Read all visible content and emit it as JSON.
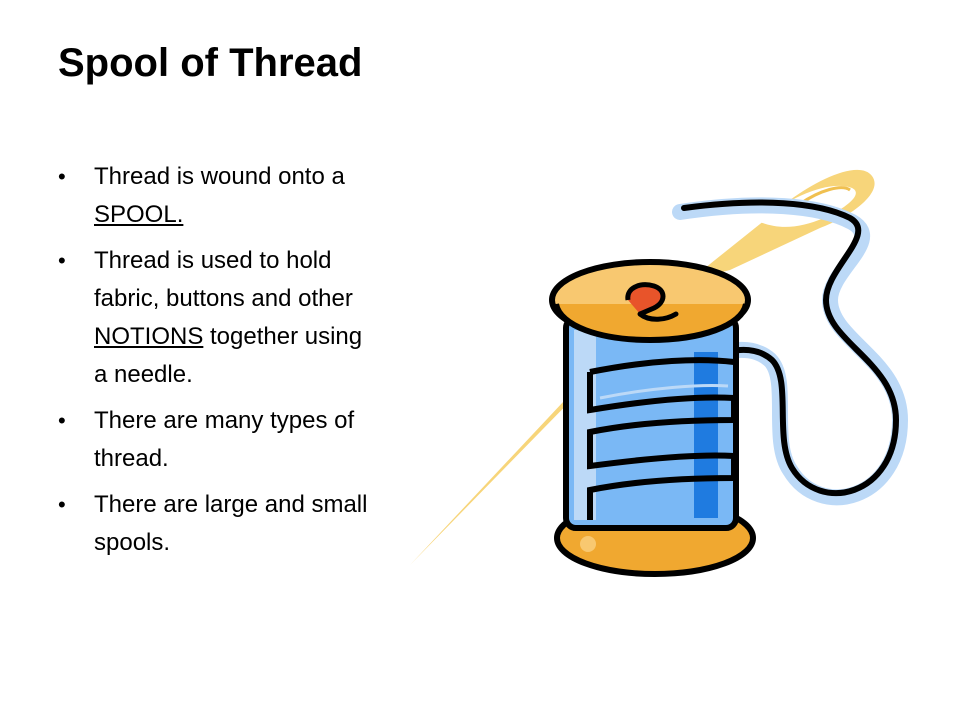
{
  "slide": {
    "title": "Spool of Thread",
    "bullets": [
      {
        "before": "Thread is wound onto a ",
        "underlined": "SPOOL.",
        "after": ""
      },
      {
        "before": "Thread is used to hold fabric, buttons and other ",
        "underlined": "NOTIONS",
        "after": " together using a needle."
      },
      {
        "before": "There are many types of thread.",
        "underlined": "",
        "after": ""
      },
      {
        "before": "There are large and small spools.",
        "underlined": "",
        "after": ""
      }
    ],
    "bullet_symbol": "•"
  },
  "illustration": {
    "icons": [
      "needle-icon",
      "thread-spool-icon"
    ],
    "colors": {
      "needle": "#F7D57A",
      "spool_wood": "#F0A830",
      "spool_top": "#F8C870",
      "thread": "#7AB8F5",
      "thread_light": "#BCD9F7",
      "thread_dark": "#1F7BE0",
      "outline": "#000000",
      "knot": "#E8542A"
    }
  }
}
